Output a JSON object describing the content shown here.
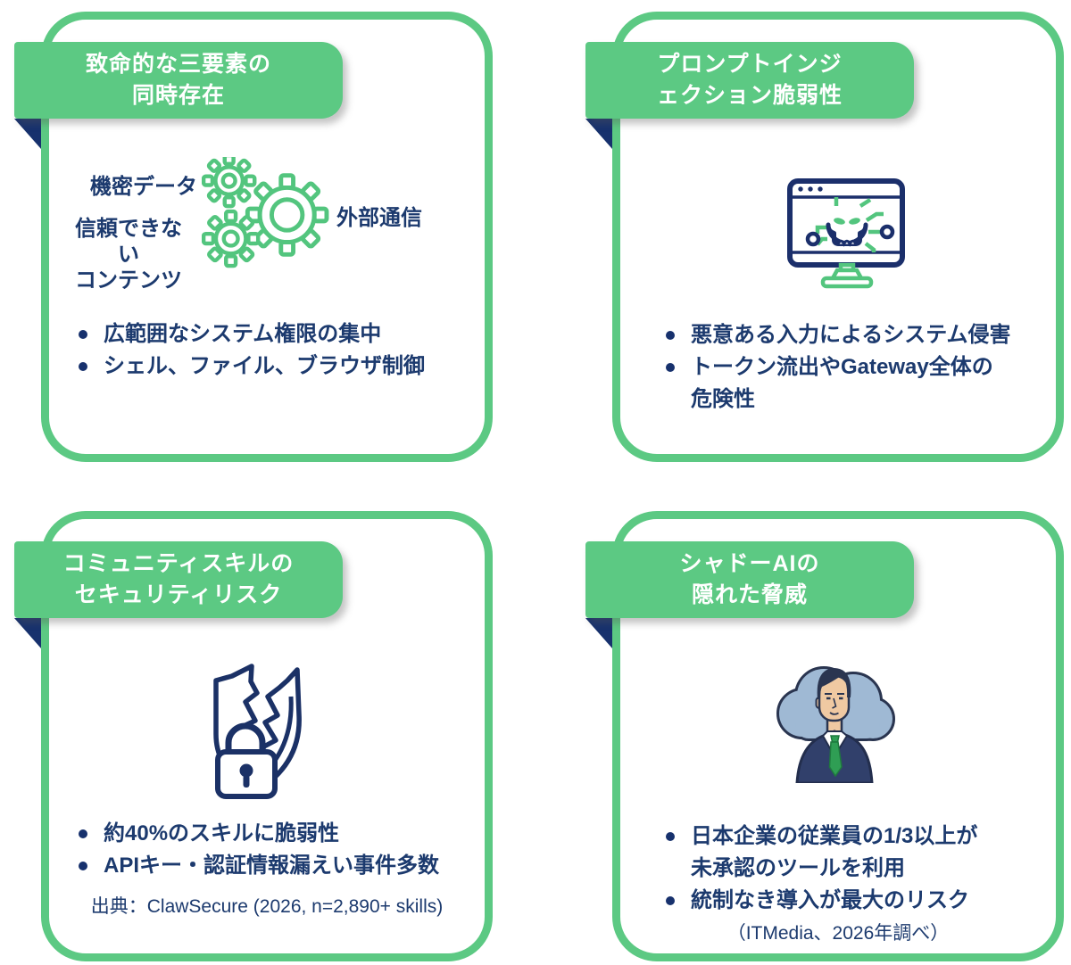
{
  "background": "#FFFFFF",
  "colors": {
    "card_border_green": "#5CC983",
    "ribbon_green": "#5CC983",
    "icon_green": "#53C57E",
    "text_navy": "#1C3A6E",
    "fold_navy": "#17316D",
    "icon_outline_navy": "#1B3166",
    "cloud_blue": "#9FB9D4",
    "skin": "#EFC9A2",
    "suit_navy": "#31406B",
    "tie_green": "#2F9E54"
  },
  "cards": [
    {
      "title": "致命的な三要素の\n同時存在",
      "icon": "gears-icon",
      "diagram_labels": {
        "left_top": "機密データ",
        "left_bottom": "信頼できない\nコンテンツ",
        "right": "外部通信"
      },
      "bullets": [
        "広範囲なシステム権限の集中",
        "シェル、ファイル、ブラウザ制御"
      ]
    },
    {
      "title": "プロンプトインジ\nェクション脆弱性",
      "icon": "skull-monitor-icon",
      "bullets": [
        "悪意ある入力によるシステム侵害",
        "トークン流出やGateway全体の\n危険性"
      ]
    },
    {
      "title": "コミュニティスキルの\nセキュリティリスク",
      "icon": "broken-shield-lock-icon",
      "bullets": [
        "約40%のスキルに脆弱性",
        "APIキー・認証情報漏えい事件多数"
      ],
      "source": "出典：ClawSecure (2026, n=2,890+ skills)"
    },
    {
      "title": "シャドーAIの\n隠れた脅威",
      "icon": "cloud-businessman-icon",
      "bullets": [
        "日本企業の従業員の1/3以上が\n未承認のツールを利用",
        "統制なき導入が最大のリスク"
      ],
      "source": "（ITMedia、2026年調べ）"
    }
  ]
}
